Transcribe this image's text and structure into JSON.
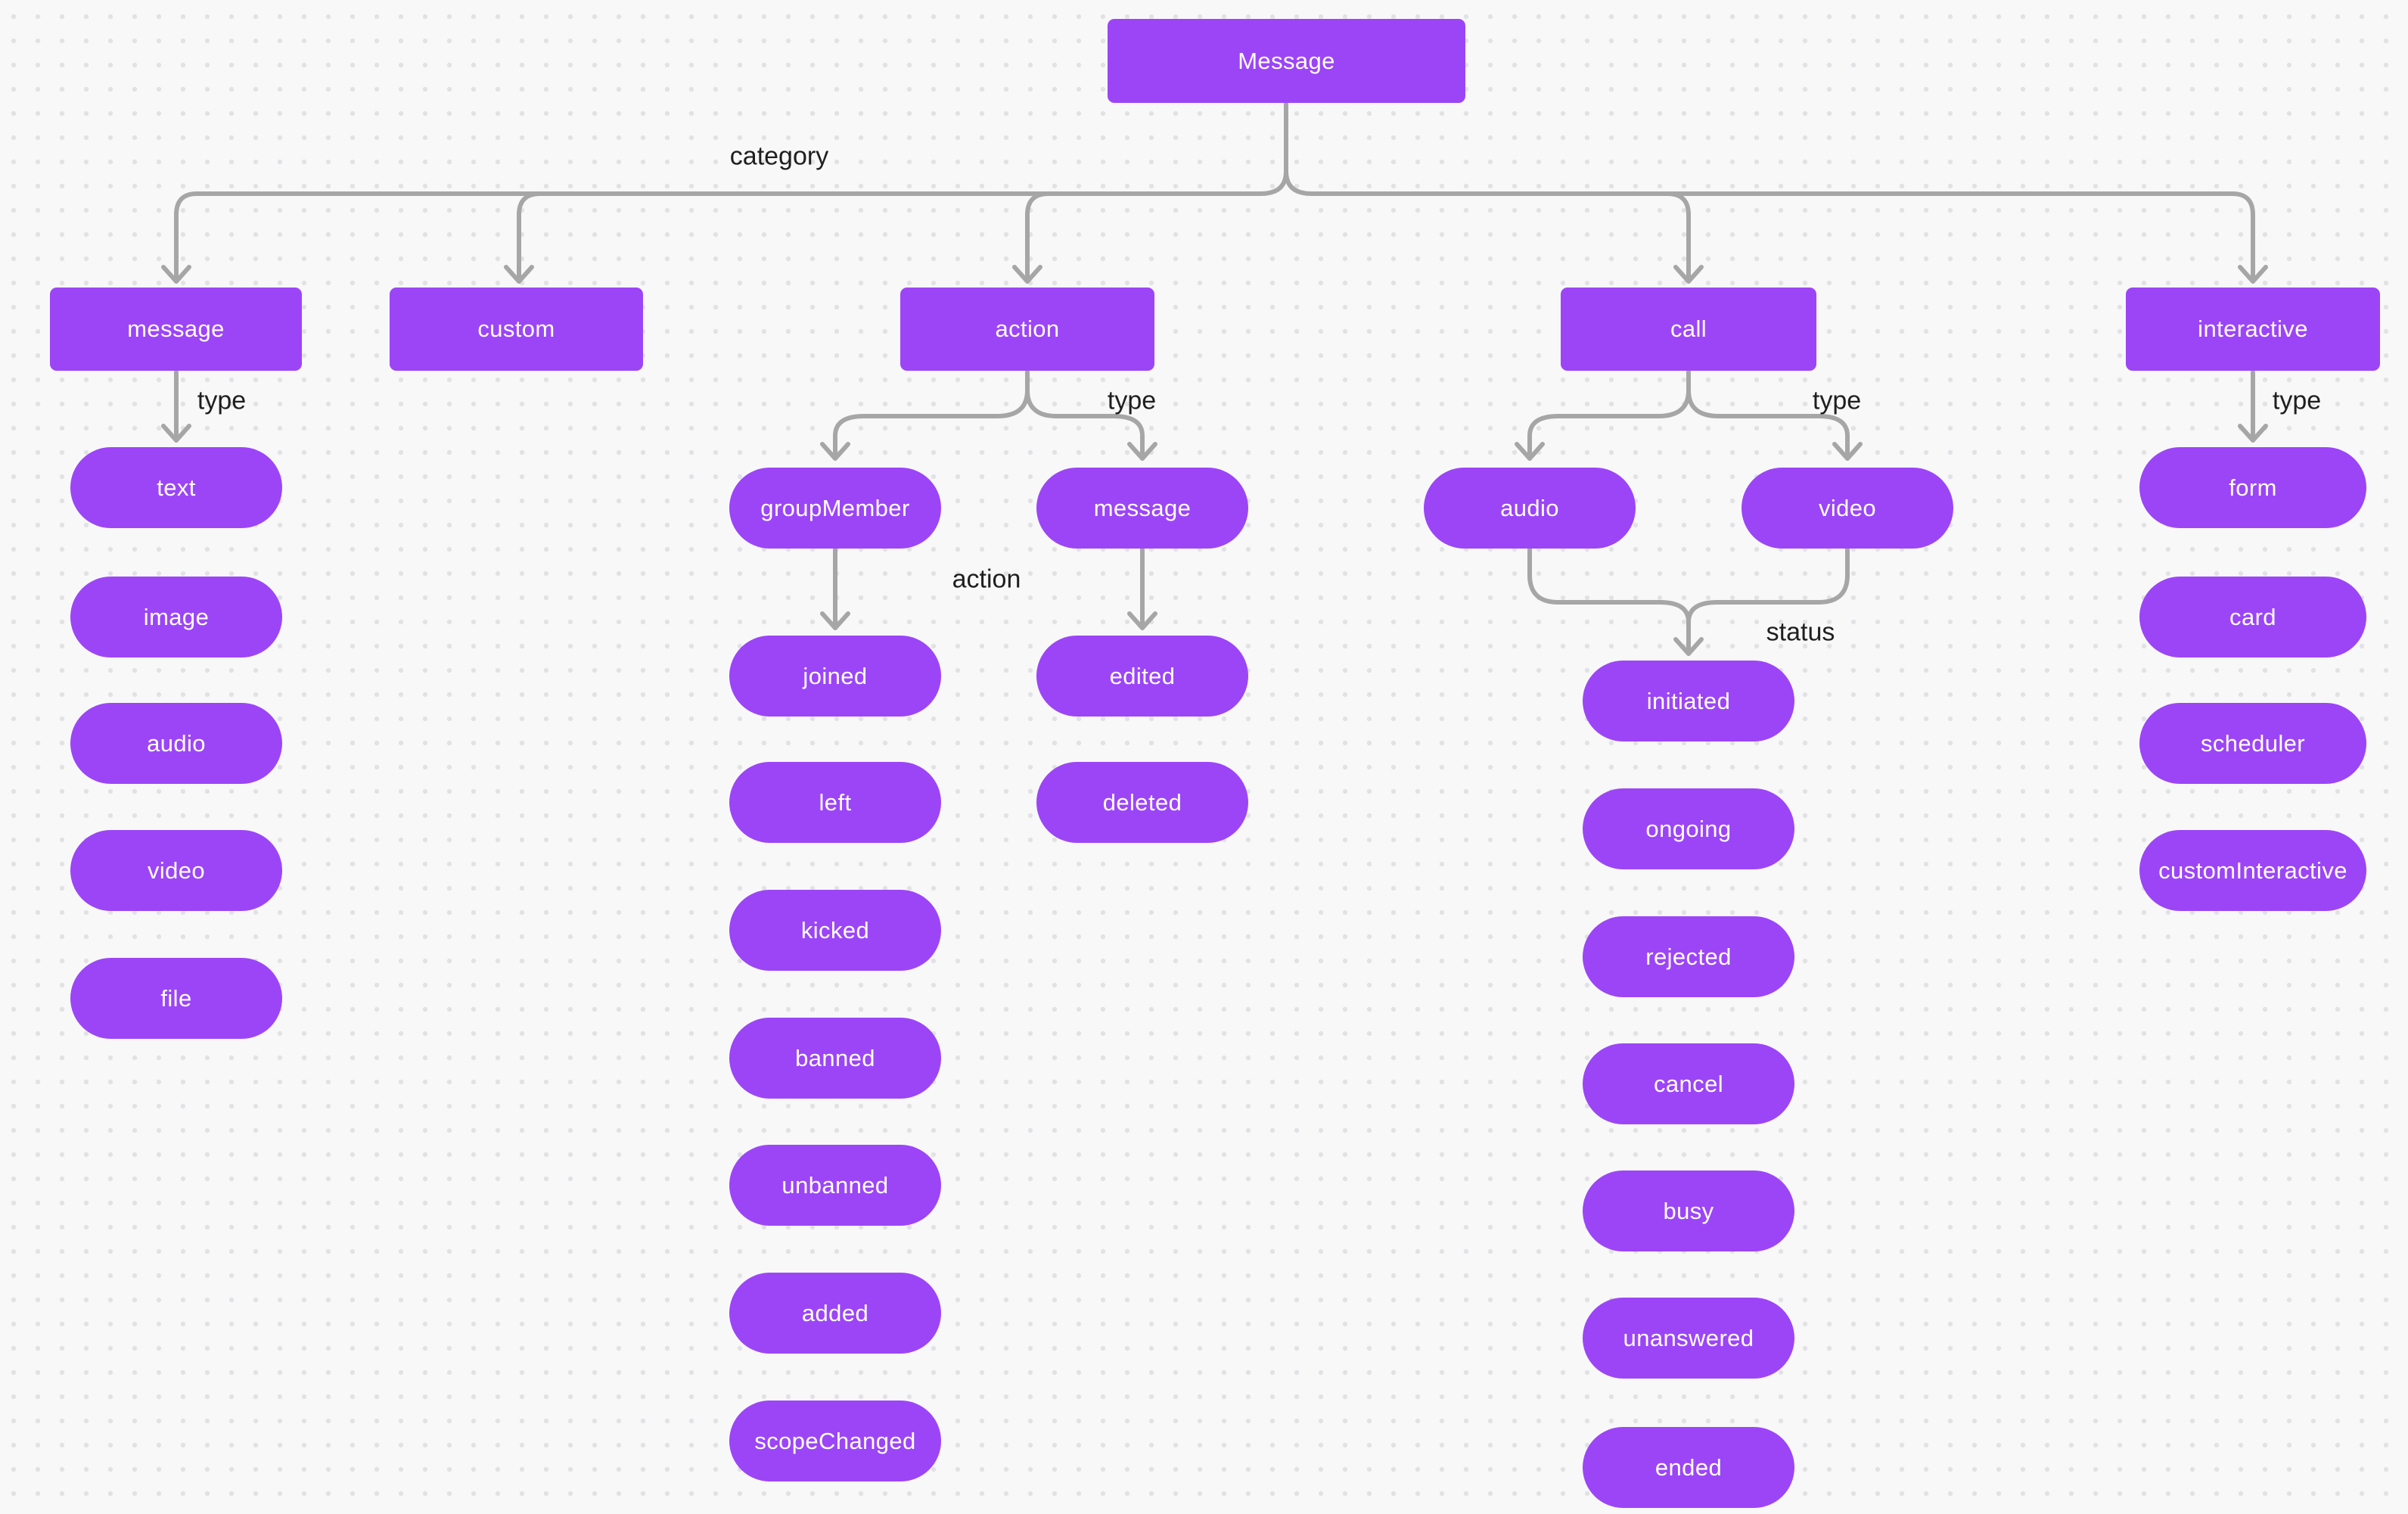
{
  "diagram": {
    "root": {
      "label": "Message"
    },
    "edge_labels": {
      "category": "category",
      "message_type": "type",
      "action_type": "type",
      "call_type": "type",
      "interactive_type": "type",
      "group_member_action": "action",
      "call_status": "status"
    },
    "categories": {
      "message": {
        "label": "message",
        "types": [
          "text",
          "image",
          "audio",
          "video",
          "file"
        ]
      },
      "custom": {
        "label": "custom"
      },
      "action": {
        "label": "action",
        "types": {
          "groupMember": {
            "label": "groupMember",
            "actions": [
              "joined",
              "left",
              "kicked",
              "banned",
              "unbanned",
              "added",
              "scopeChanged"
            ]
          },
          "message": {
            "label": "message",
            "actions": [
              "edited",
              "deleted"
            ]
          }
        }
      },
      "call": {
        "label": "call",
        "types": {
          "audio": {
            "label": "audio"
          },
          "video": {
            "label": "video"
          }
        },
        "statuses": [
          "initiated",
          "ongoing",
          "rejected",
          "cancel",
          "busy",
          "unanswered",
          "ended"
        ]
      },
      "interactive": {
        "label": "interactive",
        "types": [
          "form",
          "card",
          "scheduler",
          "customInteractive"
        ]
      }
    },
    "colors": {
      "node_fill": "#9C45F7",
      "node_text": "#FFFFFF",
      "connector": "#A6A6A6",
      "edge_label_text": "#1F1F1F",
      "canvas_bg": "#F8F8F9",
      "grid_dot": "#E2E2E5"
    }
  }
}
